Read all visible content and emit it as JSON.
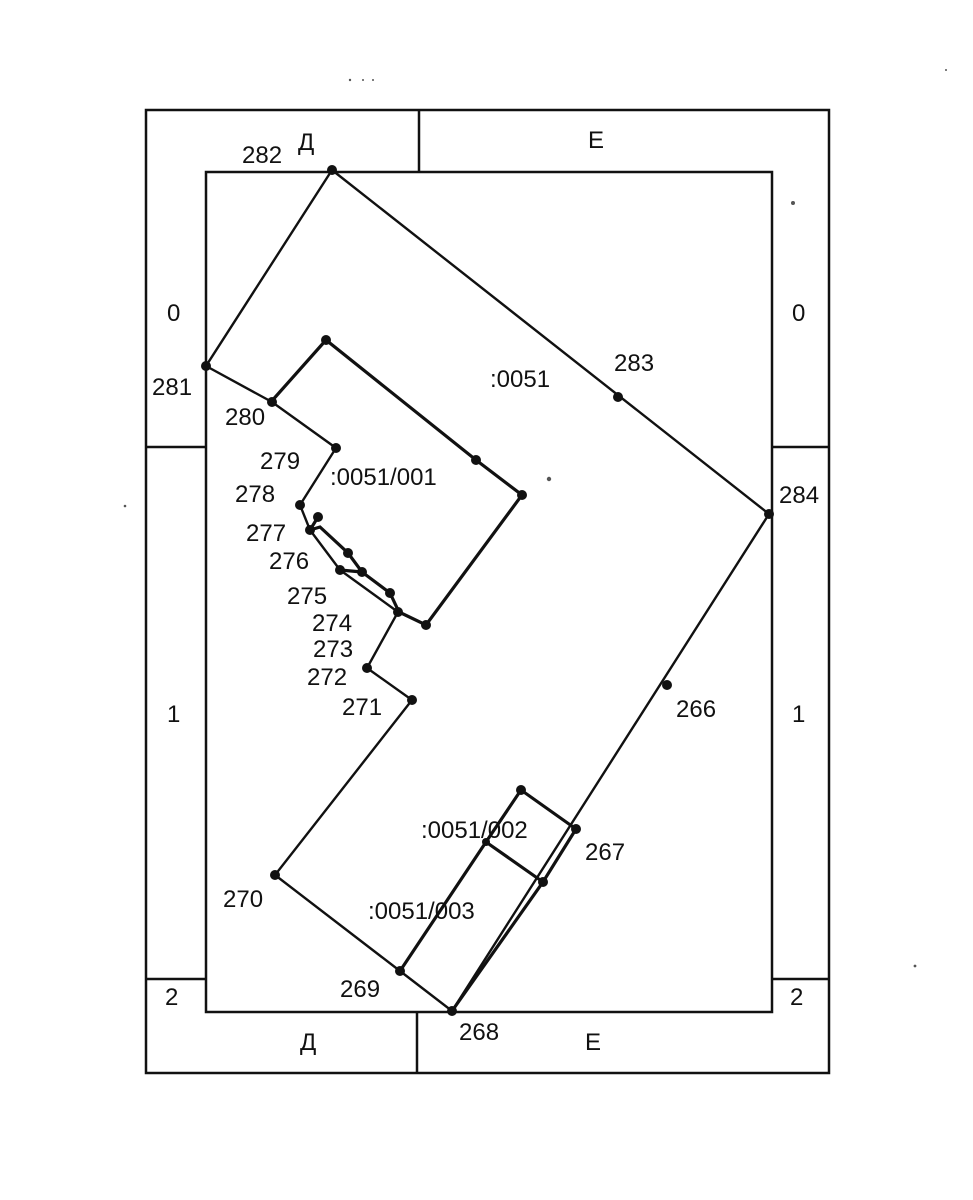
{
  "grid": {
    "top": [
      "Д",
      "Е"
    ],
    "bottom": [
      "Д",
      "Е"
    ],
    "left": [
      "0",
      "1",
      "2"
    ],
    "right": [
      "0",
      "1",
      "2"
    ]
  },
  "parcels": {
    "main": ":0051",
    "sub1": ":0051/001",
    "sub2": ":0051/002",
    "sub3": ":0051/003"
  },
  "points": [
    "266",
    "267",
    "268",
    "269",
    "270",
    "271",
    "272",
    "273",
    "274",
    "275",
    "276",
    "277",
    "278",
    "279",
    "280",
    "281",
    "282",
    "283",
    "284"
  ]
}
